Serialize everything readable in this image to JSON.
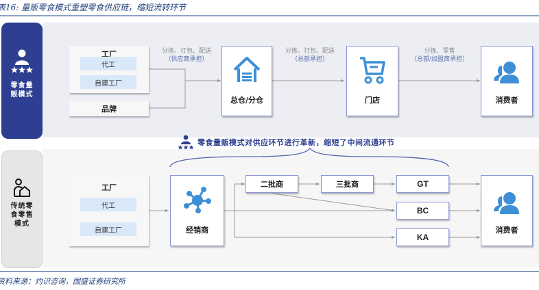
{
  "figure": {
    "title": "表16: 量贩零食模式重塑零食供应链，缩短流转环节",
    "source": "资料来源：灼识咨询，国盛证券研究所"
  },
  "colors": {
    "brand_navy": "#2e3f91",
    "icon_blue": "#3d8fd6",
    "sub_box_blue": "#d9e8f8",
    "node_border": "#8a96d6"
  },
  "top_mode": {
    "label_line1": "零食量",
    "label_line2": "贩模式",
    "icon": "person-with-stars-icon",
    "factory": {
      "title": "工厂",
      "items": [
        "代工",
        "自建工厂"
      ]
    },
    "brand": "品牌",
    "flow1": {
      "line1": "分拣、打包、配送",
      "line2": "（供应商承担）"
    },
    "warehouse": {
      "label": "总仓/分仓",
      "icon": "warehouse-icon"
    },
    "flow2": {
      "line1": "分拣、打包、配送",
      "line2": "（总部承担）"
    },
    "store": {
      "label": "门店",
      "icon": "shopping-cart-icon"
    },
    "flow3": {
      "line1": "分拣、零售",
      "line2": "（总部/加盟商承担）"
    },
    "consumer": {
      "label": "消费者",
      "icon": "users-icon"
    }
  },
  "banner": {
    "text": "零食量贩模式对供应环节进行革新，缩短了中间流通环节",
    "icon": "person-with-stars-icon"
  },
  "bottom_mode": {
    "label_line1": "传统零",
    "label_line2": "食零售",
    "label_line3": "模式",
    "icon": "person-house-icon",
    "factory": {
      "title": "工厂",
      "items": [
        "代工",
        "自建工厂"
      ]
    },
    "distributor": {
      "label": "经销商",
      "icon": "network-hub-icon"
    },
    "tier2": "二批商",
    "tier3": "三批商",
    "channels": [
      "GT",
      "BC",
      "KA"
    ],
    "consumer": {
      "label": "消费者",
      "icon": "users-icon"
    }
  }
}
